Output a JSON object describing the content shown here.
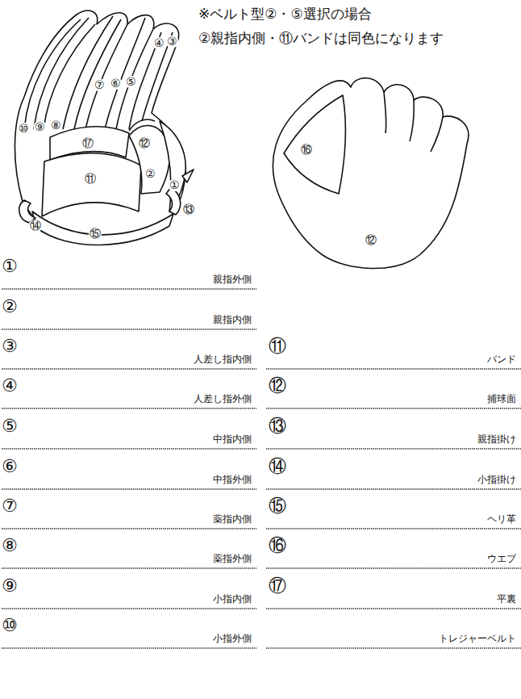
{
  "diagram": {
    "labels": [
      "※ベルト型②・⑤選択の場合",
      "②親指内側・⑪バンドは同色になります",
      "④",
      "③",
      "⑦",
      "⑥",
      "⑤",
      "⑩",
      "⑨",
      "⑧",
      "⑰",
      "⑫",
      "②",
      "①",
      "⑪",
      "⑭",
      "⑬",
      "⑮",
      "⑯",
      "⑫",
      "①",
      "親指外側",
      "②",
      "親指内側",
      "③",
      "人差し指内側",
      "④",
      "人差し指外側",
      "⑤",
      "中指内側",
      "⑥",
      "中指外側",
      "⑦",
      "薬指内側",
      "⑧",
      "薬指外側",
      "⑨",
      "小指内側",
      "⑩",
      "小指外側",
      "⑪",
      "バンド",
      "⑫",
      "捕球面",
      "⑬",
      "親指掛け",
      "⑭",
      "小指掛け",
      "⑮",
      "ヘリ革",
      "⑯",
      "ウエブ",
      "⑰",
      "平裏",
      "トレジャーベルト"
    ]
  }
}
